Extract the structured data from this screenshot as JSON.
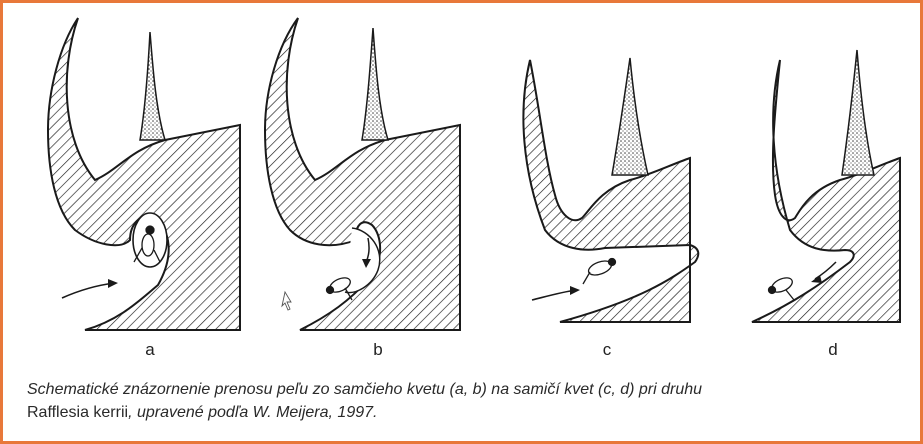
{
  "panels": [
    {
      "label": "a"
    },
    {
      "label": "b"
    },
    {
      "label": "c"
    },
    {
      "label": "d"
    }
  ],
  "caption": {
    "line1": "Schematické znázornenie prenosu peľu zo samčieho kvetu (a, b) na samičí kvet (c, d) pri druhu",
    "species": "Rafflesia kerrii",
    "line2_rest": ", upravené podľa W. Meijera, 1997."
  },
  "colors": {
    "border": "#e8783a",
    "ink": "#1a1a1a",
    "caption_text": "#2a2a2a"
  }
}
